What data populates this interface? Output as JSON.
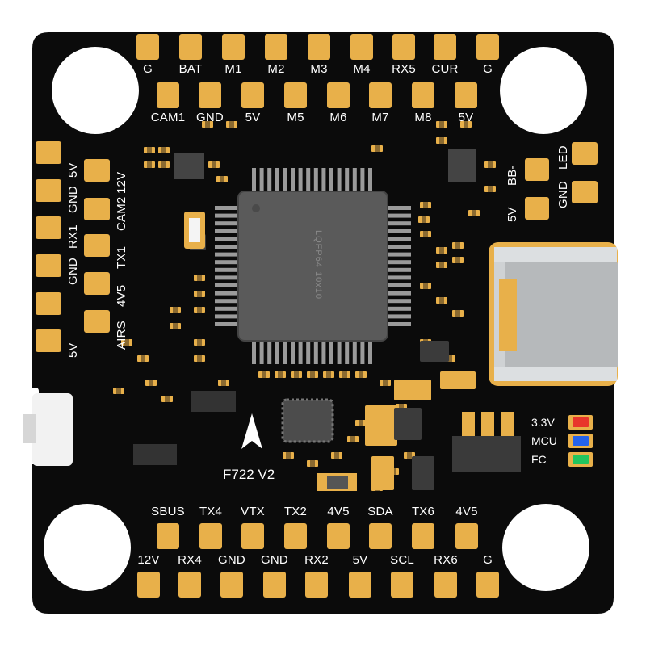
{
  "pcb": {
    "colors": {
      "board": "#0b0b0b",
      "pad": "#e8b04a",
      "silk": "#ffffff",
      "chip": "#5a5a5a",
      "usb": "#cfd2d4"
    },
    "model": "F722 V2",
    "mcu_marking": "LQFP64 10x10",
    "top_row_labels": [
      "G",
      "BAT",
      "M1",
      "M2",
      "M3",
      "M4",
      "RX5",
      "CUR",
      "G"
    ],
    "second_row_labels": [
      "CAM1",
      "GND",
      "5V",
      "M5",
      "M6",
      "M7",
      "M8",
      "5V"
    ],
    "left_col_outer": [
      "5V",
      "GND",
      "RX1",
      "GND",
      "5V"
    ],
    "left_col_inner": [
      "12V",
      "CAM2",
      "TX1",
      "4V5",
      "AIRS"
    ],
    "right_labels": {
      "bb": "BB-",
      "led": "LED",
      "gnd": "GND",
      "fivev": "5V"
    },
    "bottom_row_upper": [
      "SBUS",
      "TX4",
      "VTX",
      "TX2",
      "4V5",
      "SDA",
      "TX6",
      "4V5"
    ],
    "bottom_row_lower": [
      "12V",
      "RX4",
      "GND",
      "GND",
      "RX2",
      "5V",
      "SCL",
      "RX6",
      "G"
    ],
    "leds": [
      {
        "label": "3.3V",
        "color": "#e8352b"
      },
      {
        "label": "MCU",
        "color": "#2563eb"
      },
      {
        "label": "FC",
        "color": "#22c55e"
      }
    ],
    "icons": [
      "arrow-up-icon"
    ]
  }
}
